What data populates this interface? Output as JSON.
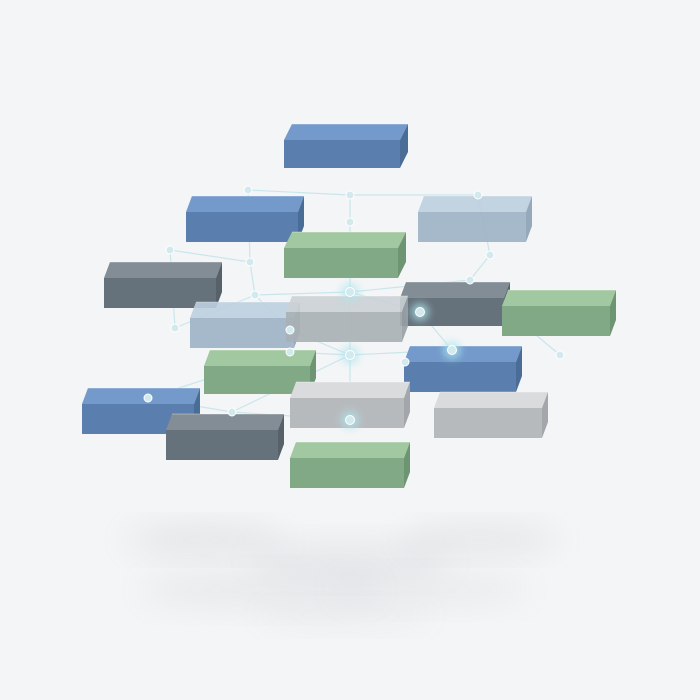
{
  "scene": {
    "background": "#f4f5f6",
    "line_color": "#c9e6ec",
    "node_color": "#d2e9ee",
    "glow_color": "#aee6ef",
    "blocks": [
      {
        "id": "blue-top",
        "tone": "blue"
      },
      {
        "id": "blue-left-high",
        "tone": "blue"
      },
      {
        "id": "light-blue-right",
        "tone": "light-blue"
      },
      {
        "id": "green-upper",
        "tone": "green"
      },
      {
        "id": "slate-left",
        "tone": "slate"
      },
      {
        "id": "slate-right",
        "tone": "slate"
      },
      {
        "id": "green-right",
        "tone": "green"
      },
      {
        "id": "light-blue-center",
        "tone": "light-blue"
      },
      {
        "id": "gray-glass-center",
        "tone": "gray-glass"
      },
      {
        "id": "green-mid-left",
        "tone": "green"
      },
      {
        "id": "blue-mid-right",
        "tone": "blue"
      },
      {
        "id": "blue-lower-left",
        "tone": "blue"
      },
      {
        "id": "gray-center",
        "tone": "gray"
      },
      {
        "id": "gray-right",
        "tone": "gray"
      },
      {
        "id": "slate-lower",
        "tone": "slate"
      },
      {
        "id": "green-bottom",
        "tone": "green"
      }
    ],
    "tones": {
      "blue": {
        "top": "#6d94c4",
        "front": "#5a7fae",
        "side": "#4a6d98"
      },
      "light-blue": {
        "top": "#b7cad9",
        "front": "#9eb3c6",
        "side": "#8ba1b5"
      },
      "green": {
        "top": "#9bc29a",
        "front": "#81a985",
        "side": "#6e9572"
      },
      "slate": {
        "top": "#7d8790",
        "front": "#65717b",
        "side": "#56616a"
      },
      "gray": {
        "top": "#d3d5d7",
        "front": "#b7babd",
        "side": "#a3a6aa"
      },
      "gray-glass": {
        "top": "#c6cccf",
        "front": "#a9b1b5",
        "side": "#98a0a5"
      }
    }
  }
}
